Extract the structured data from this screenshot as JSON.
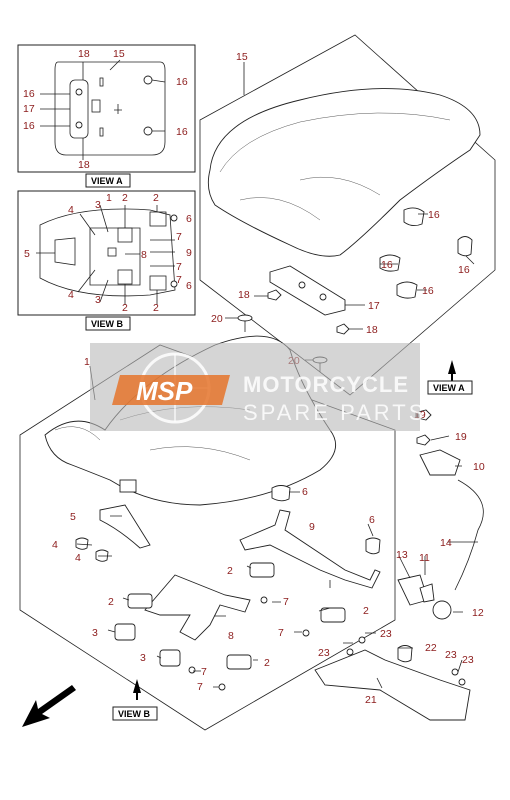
{
  "views": {
    "view_a": "VIEW A",
    "view_b": "VIEW B"
  },
  "watermark": {
    "logo": "MSP",
    "line1": "MOTORCYCLE",
    "line2": "SPARE PARTS"
  },
  "callouts": {
    "va_18_top": "18",
    "va_15": "15",
    "va_16_l1": "16",
    "va_17": "17",
    "va_16_l2": "16",
    "va_16_r1": "16",
    "va_16_r2": "16",
    "va_18_bot": "18",
    "vb_4a": "4",
    "vb_3a": "3",
    "vb_1": "1",
    "vb_2a": "2",
    "vb_2b": "2",
    "vb_6a": "6",
    "vb_5": "5",
    "vb_7a": "7",
    "vb_7b": "7",
    "vb_9": "9",
    "vb_8": "8",
    "vb_7c": "7",
    "vb_4b": "4",
    "vb_3b": "3",
    "vb_2c": "2",
    "vb_2d": "2",
    "vb_6b": "6",
    "p15": "15",
    "p16a": "16",
    "p16b": "16",
    "p16c": "16",
    "p16d": "16",
    "p18a": "18",
    "p17": "17",
    "p20a": "20",
    "p18b": "18",
    "p1": "1",
    "p20b": "20",
    "p19a": "19",
    "p19b": "19",
    "p10": "10",
    "p6a": "6",
    "p5": "5",
    "p9": "9",
    "p4a": "4",
    "p4b": "4",
    "p6b": "6",
    "p14": "14",
    "p13": "13",
    "p11": "11",
    "p2a": "2",
    "p2b": "2",
    "p7a": "7",
    "p2c": "2",
    "p8": "8",
    "p7b": "7",
    "p12": "12",
    "p3a": "3",
    "p23a": "23",
    "p3b": "3",
    "p23b": "23",
    "p22": "22",
    "p7c": "7",
    "p2d": "2",
    "p23c": "23",
    "p23d": "23",
    "p7d": "7",
    "p21": "21"
  }
}
